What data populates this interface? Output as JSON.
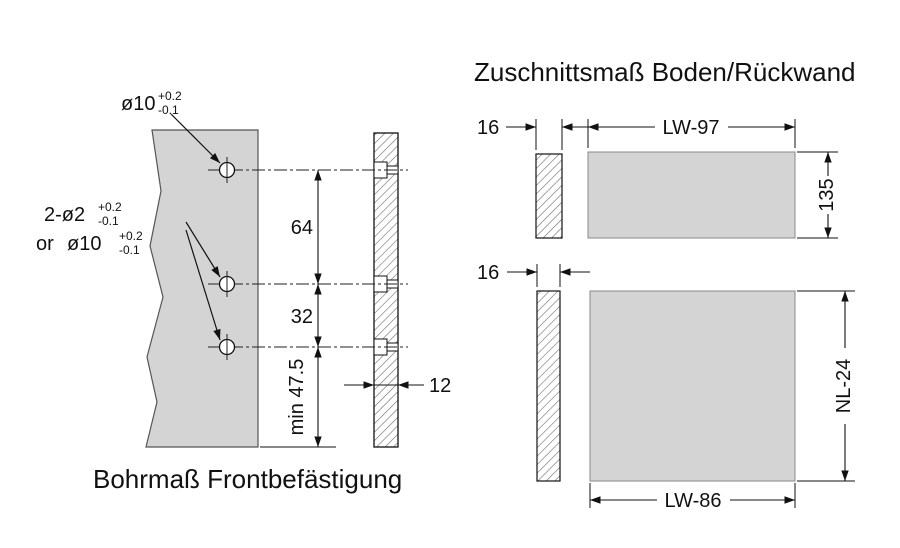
{
  "colors": {
    "panel_fill": "#d4d4d4",
    "line_color": "#111111"
  },
  "left": {
    "title": "Bohrmaß Frontbefästigung",
    "hole_top_label": {
      "dia": "ø10",
      "tol_plus": "+0.2",
      "tol_minus": "-0.1"
    },
    "hole_small_label": {
      "dia": "2-ø2",
      "tol_plus": "+0.2",
      "tol_minus": "-0.1"
    },
    "hole_alt_label": {
      "prefix": "or",
      "dia": "ø10",
      "tol_plus": "+0.2",
      "tol_minus": "-0.1"
    },
    "dims": {
      "spacing_top": "64",
      "spacing_bottom": "32",
      "min_edge": "min 47.5",
      "thickness": "12"
    }
  },
  "right": {
    "title": "Zuschnittsmaß Boden/Rückwand",
    "top_part": {
      "thickness": "16",
      "width": "LW-97",
      "height": "135"
    },
    "bottom_part": {
      "thickness": "16",
      "width": "LW-86",
      "height": "NL-24"
    }
  }
}
